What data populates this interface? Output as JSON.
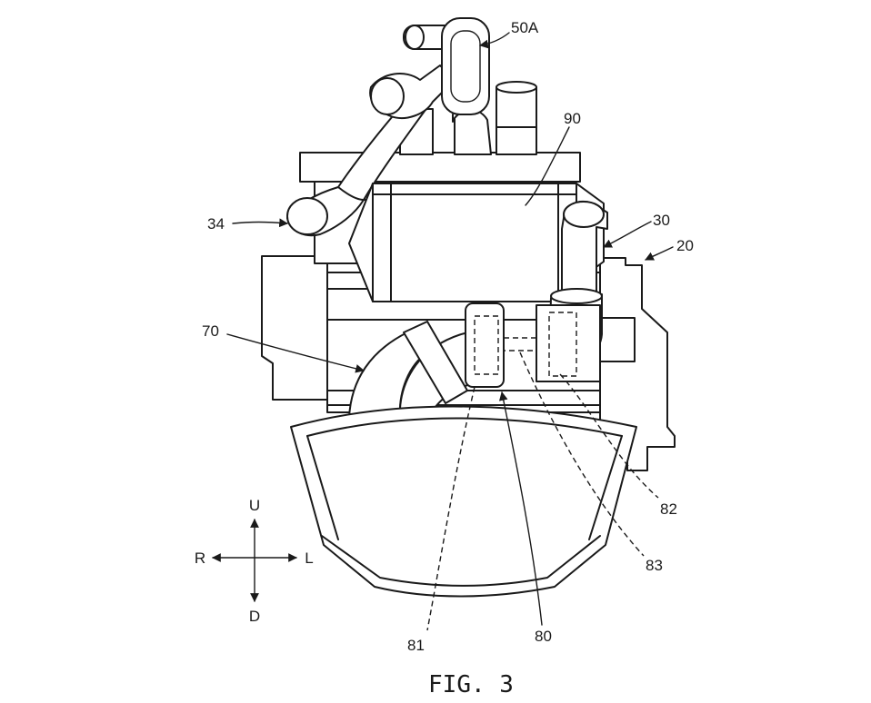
{
  "figure": {
    "caption": "FIG. 3",
    "labels": {
      "l50a": "50A",
      "l90": "90",
      "l34": "34",
      "l30": "30",
      "l20": "20",
      "l70": "70",
      "l82": "82",
      "l83": "83",
      "l81": "81",
      "l80": "80"
    },
    "directions": {
      "up": "U",
      "down": "D",
      "right": "R",
      "left": "L"
    }
  }
}
